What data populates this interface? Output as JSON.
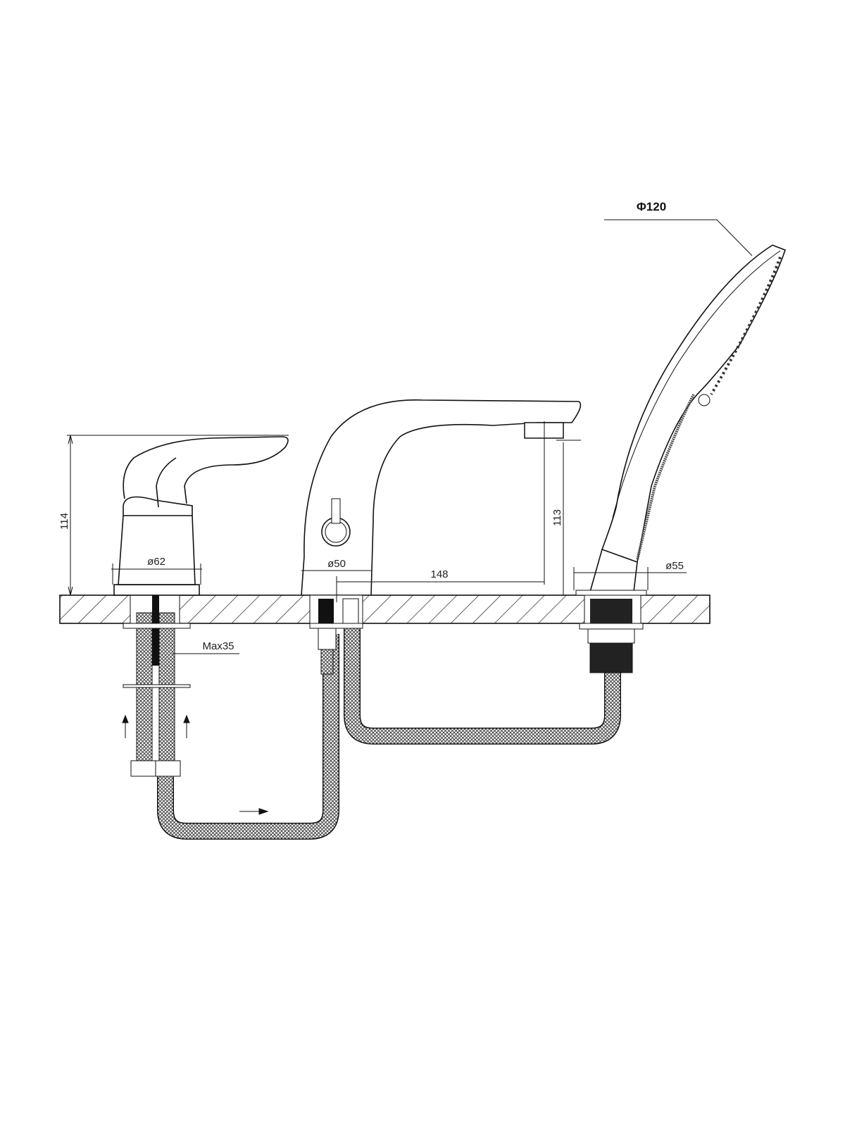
{
  "diagram": {
    "title": "Deck-mounted bath mixer with spout and hand shower – installation dimensions",
    "dimensions": {
      "shower_head_diameter": "Φ120",
      "mixer_height": "114",
      "mixer_base_diameter": "ø62",
      "max_deck_thickness": "Max35",
      "spout_base_diameter": "ø50",
      "spout_reach": "148",
      "spout_height": "113",
      "shower_base_diameter": "ø55"
    },
    "colors": {
      "line": "#111111",
      "hose": "#8a8a8a"
    }
  }
}
